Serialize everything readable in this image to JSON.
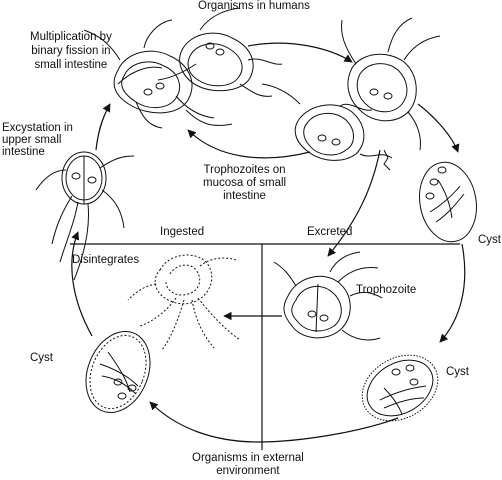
{
  "labels": {
    "organisms_in_humans": "Organisms in humans",
    "multiplication": [
      "Multiplication by",
      "binary fission in",
      "small intestine"
    ],
    "excystation": [
      "Excystation in",
      "upper small",
      "intestine"
    ],
    "trophozoites_on_mucosa": [
      "Trophozoites on",
      "mucosa of small",
      "intestine"
    ],
    "ingested": "Ingested",
    "excreted": "Excreted",
    "disintegrates": "Disintegrates",
    "trophozoite": "Trophozoite",
    "cyst_right_upper": "Cyst",
    "cyst_right_lower": "Cyst",
    "cyst_left": "Cyst",
    "organisms_in_external": [
      "Organisms in external",
      "environment"
    ]
  },
  "colors": {
    "line": "#111111",
    "background": "#ffffff"
  }
}
